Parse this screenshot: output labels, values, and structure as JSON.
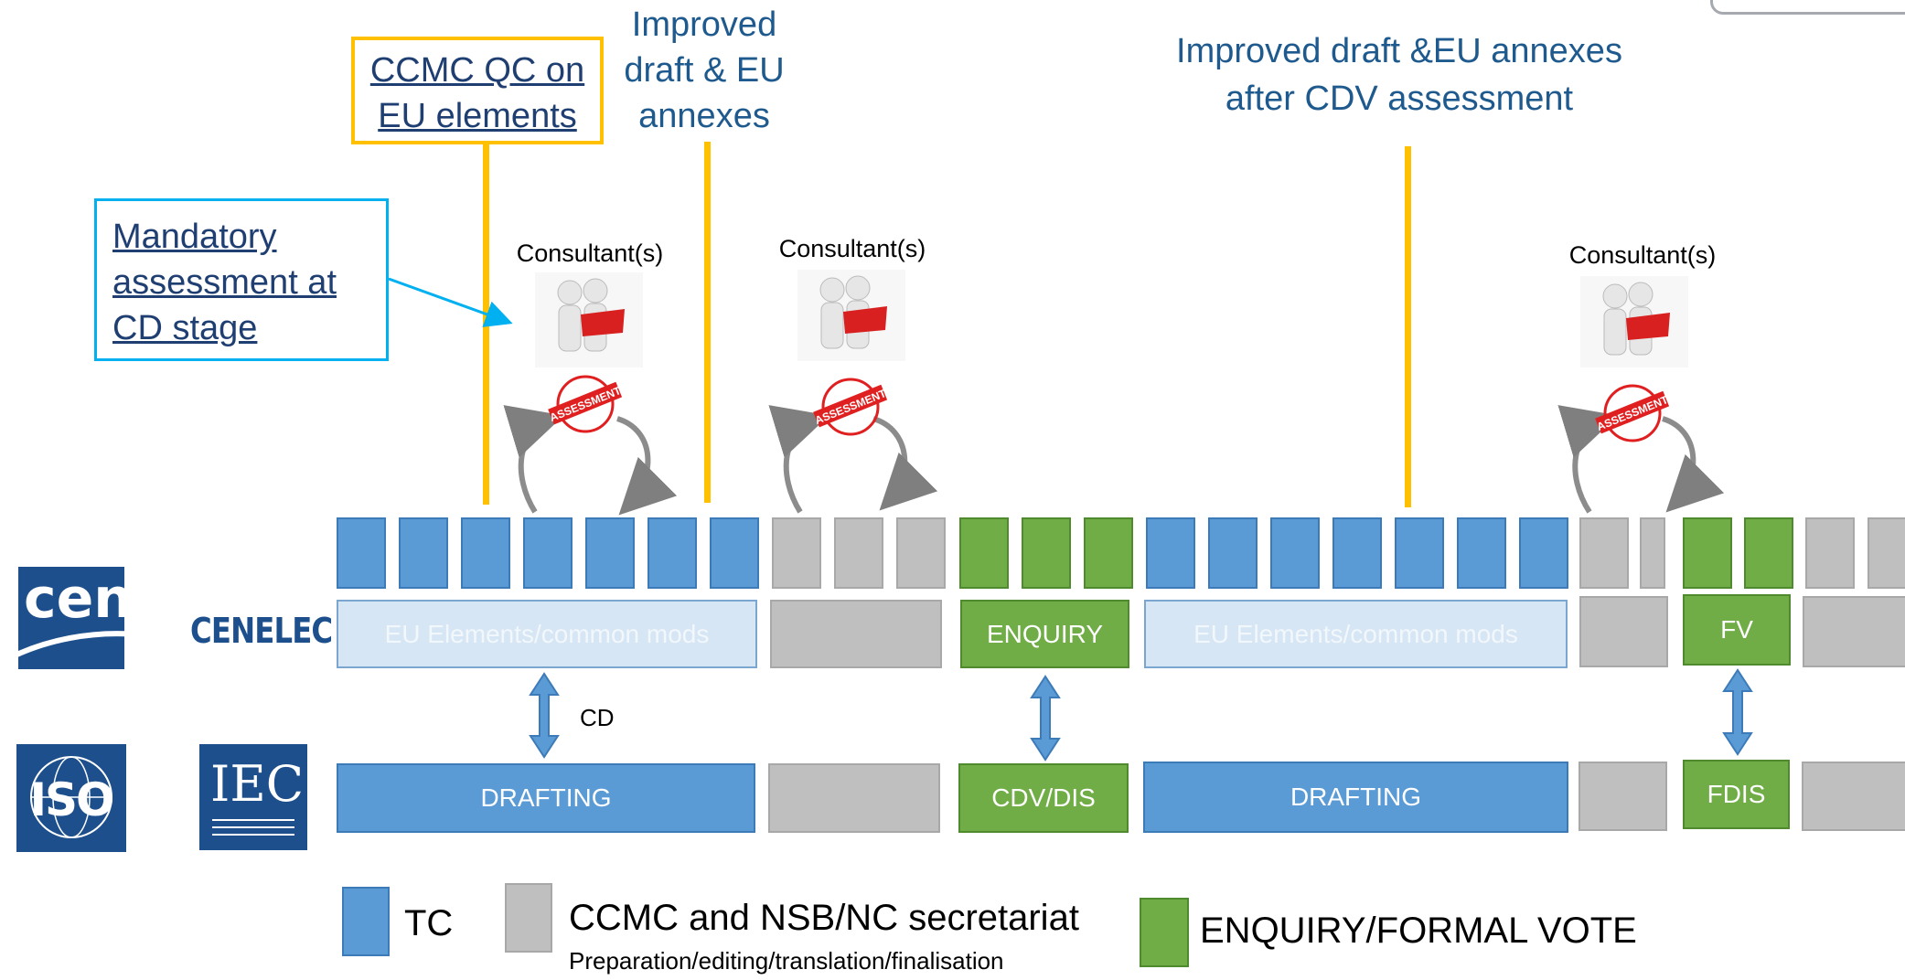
{
  "annotations": {
    "ccmc_qc": "CCMC QC on EU elements",
    "ccmc_qc_line1": "CCMC QC on",
    "ccmc_qc_line2": "EU elements",
    "improved_draft_line1": "Improved",
    "improved_draft_line2": "draft & EU",
    "improved_draft_line3": "annexes",
    "improved_after_cdv_line1": "Improved draft &EU annexes",
    "improved_after_cdv_line2": "after CDV assessment",
    "mandatory_line1": "Mandatory",
    "mandatory_line2": "assessment at",
    "mandatory_line3": "CD stage"
  },
  "consultants": [
    "Consultant(s)",
    "Consultant(s)",
    "Consultant(s)"
  ],
  "stamp_text": "ASSESSMENT",
  "logos": {
    "cen": "cen",
    "cenelec": "CENELEC",
    "iso": "ISO",
    "iec": "IEC"
  },
  "timeline": {
    "segments": [
      "blue",
      "blue",
      "blue",
      "blue",
      "blue",
      "blue",
      "blue",
      "gray",
      "gray",
      "gray",
      "green",
      "green",
      "green",
      "blue",
      "blue",
      "blue",
      "blue",
      "blue",
      "blue",
      "blue",
      "gray",
      "gray",
      "green",
      "green",
      "gray",
      "gray"
    ]
  },
  "european_track": {
    "eu_elements_1": "EU Elements/common mods",
    "enquiry": "ENQUIRY",
    "eu_elements_2": "EU Elements/common mods",
    "fv": "FV"
  },
  "international_track": {
    "drafting_1": "DRAFTING",
    "cdv_dis": "CDV/DIS",
    "drafting_2": "DRAFTING",
    "fdis": "FDIS"
  },
  "cd_label": "CD",
  "legend": {
    "tc": "TC",
    "ccmc": "CCMC and NSB/NC secretariat",
    "ccmc_sub": "Preparation/editing/translation/finalisation",
    "enquiry_vote": "ENQUIRY/FORMAL VOTE"
  },
  "colors": {
    "tc_blue": "#5b9bd5",
    "secretariat_gray": "#bfbfbf",
    "vote_green": "#70ad47",
    "qc_yellow": "#ffc000",
    "callout_cyan": "#00b0f0",
    "text_blue": "#1f5a8e"
  }
}
